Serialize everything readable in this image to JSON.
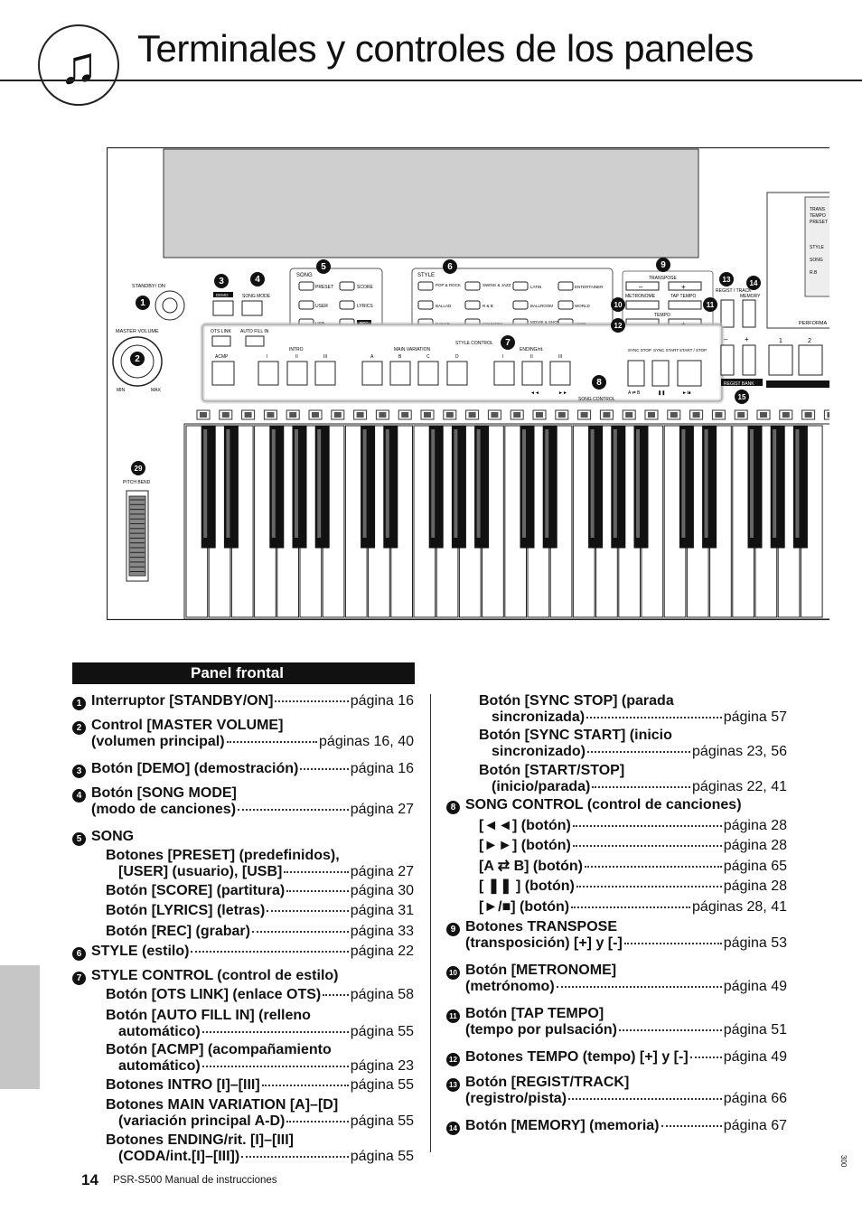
{
  "page": {
    "title": "Terminales y controles de los paneles",
    "section_title": "Panel frontal",
    "page_number": "14",
    "footer_text": "PSR-S500  Manual de instrucciones",
    "side_code": "300"
  },
  "diagram": {
    "callouts": [
      "1",
      "2",
      "3",
      "4",
      "5",
      "6",
      "7",
      "8",
      "9",
      "10",
      "11",
      "12",
      "13",
      "14",
      "15",
      "29"
    ],
    "labels": {
      "standby": "STANDBY/ ON",
      "demo": "DEMO",
      "song_mode": "SONG MODE",
      "song": "SONG",
      "preset": "PRESET",
      "score": "SCORE",
      "user": "USER",
      "lyrics": "LYRICS",
      "usb": "USB",
      "rec": "REC",
      "style": "STYLE",
      "pop_rock": "POP & ROCK",
      "swing_jazz": "SWING & JAZZ",
      "latin": "LATIN",
      "entertainer": "ENTERTAINER",
      "ballad": "BALLAD",
      "r_b": "R & B",
      "ballroom": "BALLROOM",
      "world": "WORLD",
      "dance": "DANCE",
      "country": "COUNTRY",
      "movie_show": "MOVIE & SHOW",
      "user_style": "USER",
      "transpose": "TRANSPOSE",
      "metronome": "METRONOME",
      "tap_tempo": "TAP TEMPO",
      "tempo": "TEMPO",
      "regist_track": "REGIST / TRACK",
      "memory": "MEMORY",
      "master_volume": "MASTER VOLUME",
      "min": "MIN",
      "max": "MAX",
      "ots_link": "OTS LINK",
      "auto_fill_in": "AUTO FILL IN",
      "acmp": "ACMP",
      "intro": "INTRO",
      "main_variation": "MAIN VARIATION",
      "ending_rit": "ENDING/rit.",
      "style_control": "STYLE CONTROL",
      "sync_stop": "SYNC STOP",
      "sync_start": "SYNC START",
      "start_stop": "START / STOP",
      "song_control": "SONG CONTROL",
      "regist_bank": "REGIST BANK",
      "performance": "PERFORMA",
      "pitch_bend": "PITCH BEND",
      "roman": [
        "I",
        "II",
        "III"
      ],
      "letters": [
        "A",
        "B",
        "C",
        "D"
      ],
      "song_ctrl_symbols": [
        "◄◄",
        "►►",
        "A ⇄ B",
        "❚❚",
        "►/■"
      ],
      "minus": "–",
      "plus": "+",
      "bank_nums": [
        "1",
        "2"
      ],
      "side_tabs": [
        "STYLE",
        "SONG",
        "R.B",
        "TRANS",
        "TEMPO",
        "PRESET"
      ]
    }
  },
  "list_left": [
    {
      "num": "1",
      "lines": [
        {
          "text": "Interruptor [STANDBY/ON]",
          "page": "página 16"
        }
      ]
    },
    {
      "num": "2",
      "lines": [
        {
          "text": "Control [MASTER VOLUME]"
        },
        {
          "text": "(volumen principal)",
          "page": "páginas 16, 40"
        }
      ]
    },
    {
      "num": "3",
      "lines": [
        {
          "text": "Botón [DEMO] (demostración)",
          "page": "página 16"
        }
      ]
    },
    {
      "num": "4",
      "lines": [
        {
          "text": "Botón [SONG MODE]"
        },
        {
          "text": "(modo de canciones)",
          "page": "página 27"
        }
      ]
    },
    {
      "num": "5",
      "lines": [
        {
          "text": "SONG"
        }
      ]
    },
    {
      "lines": [
        {
          "text": "Botones [PRESET] (predefinidos),"
        },
        {
          "text": "[USER] (usuario), [USB]",
          "page": "página 27"
        }
      ]
    },
    {
      "lines": [
        {
          "text": "Botón [SCORE] (partitura)",
          "page": "página 30"
        }
      ]
    },
    {
      "lines": [
        {
          "text": "Botón [LYRICS] (letras)",
          "page": "página 31"
        }
      ]
    },
    {
      "lines": [
        {
          "text": "Botón [REC] (grabar)",
          "page": "página 33"
        }
      ]
    },
    {
      "num": "6",
      "lines": [
        {
          "text": "STYLE (estilo)",
          "page": "página 22"
        }
      ]
    },
    {
      "num": "7",
      "lines": [
        {
          "text": "STYLE CONTROL (control de estilo)"
        }
      ]
    },
    {
      "lines": [
        {
          "text": "Botón [OTS LINK] (enlace OTS)",
          "page": "página 58"
        }
      ]
    },
    {
      "lines": [
        {
          "text": "Botón [AUTO FILL IN] (relleno"
        },
        {
          "text": "automático)",
          "page": "página 55"
        }
      ]
    },
    {
      "lines": [
        {
          "text": "Botón [ACMP] (acompañamiento"
        },
        {
          "text": "automático)",
          "page": "página 23"
        }
      ]
    },
    {
      "lines": [
        {
          "text": "Botones INTRO [I]–[III]",
          "page": "página 55"
        }
      ]
    },
    {
      "lines": [
        {
          "text": "Botones MAIN VARIATION [A]–[D]"
        },
        {
          "text": "(variación principal A-D)",
          "page": "página 55"
        }
      ]
    },
    {
      "lines": [
        {
          "text": "Botones ENDING/rit. [I]–[III]"
        },
        {
          "text": "(CODA/int.[I]–[III])",
          "page": "página 55"
        }
      ]
    }
  ],
  "list_right": [
    {
      "lines": [
        {
          "text": "Botón [SYNC STOP] (parada"
        },
        {
          "text": "sincronizada)",
          "page": "página 57"
        }
      ]
    },
    {
      "lines": [
        {
          "text": "Botón [SYNC START] (inicio"
        },
        {
          "text": "sincronizado)",
          "page": "páginas 23, 56"
        }
      ]
    },
    {
      "lines": [
        {
          "text": "Botón [START/STOP]"
        },
        {
          "text": "(inicio/parada)",
          "page": "páginas 22, 41"
        }
      ]
    },
    {
      "num": "8",
      "lines": [
        {
          "text": "SONG CONTROL (control de canciones)"
        }
      ]
    },
    {
      "lines": [
        {
          "text": "[◄◄] (botón)",
          "page": "página 28"
        }
      ]
    },
    {
      "lines": [
        {
          "text": "[►►] (botón)",
          "page": "página 28"
        }
      ]
    },
    {
      "lines": [
        {
          "text": "[A ⇄ B] (botón)",
          "page": "página 65"
        }
      ]
    },
    {
      "lines": [
        {
          "text": "[ ❚❚ ] (botón)",
          "page": "página 28"
        }
      ]
    },
    {
      "lines": [
        {
          "text": "[►/■] (botón)",
          "page": "páginas 28, 41"
        }
      ]
    },
    {
      "num": "9",
      "lines": [
        {
          "text": "Botones TRANSPOSE"
        },
        {
          "text": "(transposición) [+] y [-]",
          "page": "página 53"
        }
      ]
    },
    {
      "num": "10",
      "lines": [
        {
          "text": "Botón [METRONOME]"
        },
        {
          "text": "(metrónomo)",
          "page": "página 49"
        }
      ]
    },
    {
      "num": "11",
      "lines": [
        {
          "text": "Botón [TAP TEMPO]"
        },
        {
          "text": "(tempo por pulsación)",
          "page": "página 51"
        }
      ]
    },
    {
      "num": "12",
      "lines": [
        {
          "text": "Botones TEMPO (tempo) [+] y [-]",
          "page": "página 49"
        }
      ]
    },
    {
      "num": "13",
      "lines": [
        {
          "text": "Botón [REGIST/TRACK]"
        },
        {
          "text": "(registro/pista)",
          "page": "página 66"
        }
      ]
    },
    {
      "num": "14",
      "lines": [
        {
          "text": "Botón [MEMORY] (memoria)",
          "page": "página 67"
        }
      ]
    }
  ]
}
